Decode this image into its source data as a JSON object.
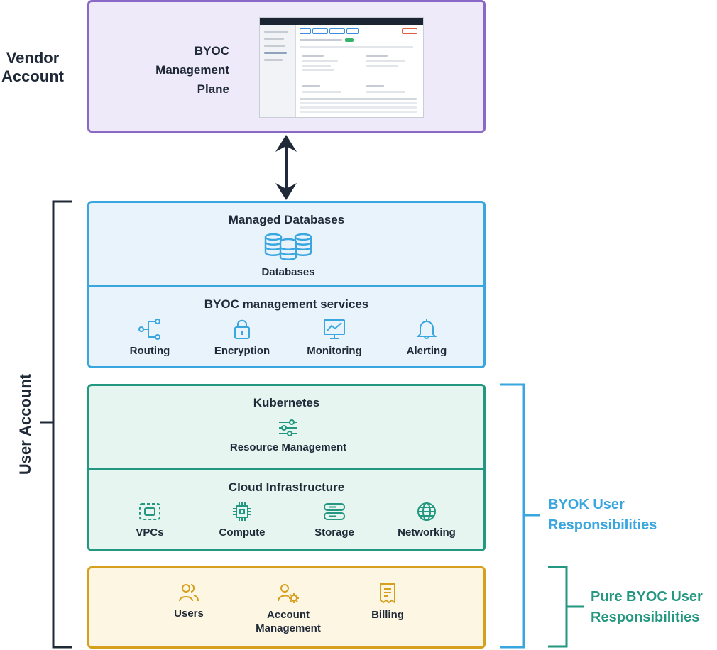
{
  "vendor": {
    "account_label": "Vendor Account",
    "plane_label": "BYOC Management Plane"
  },
  "user_account_label": "User Account",
  "managed_databases": {
    "title": "Managed Databases",
    "item": {
      "label": "Databases",
      "icon": "databases-icon"
    }
  },
  "byoc_services": {
    "title": "BYOC management services",
    "items": [
      {
        "label": "Routing",
        "icon": "routing-icon"
      },
      {
        "label": "Encryption",
        "icon": "lock-icon"
      },
      {
        "label": "Monitoring",
        "icon": "monitor-chart-icon"
      },
      {
        "label": "Alerting",
        "icon": "bell-icon"
      }
    ]
  },
  "kubernetes": {
    "title": "Kubernetes",
    "item": {
      "label": "Resource Management",
      "icon": "sliders-icon"
    }
  },
  "cloud_infrastructure": {
    "title": "Cloud Infrastructure",
    "items": [
      {
        "label": "VPCs",
        "icon": "vpc-icon"
      },
      {
        "label": "Compute",
        "icon": "chip-icon"
      },
      {
        "label": "Storage",
        "icon": "storage-icon"
      },
      {
        "label": "Networking",
        "icon": "globe-icon"
      }
    ]
  },
  "account_management": {
    "items": [
      {
        "label": "Users",
        "icon": "users-icon"
      },
      {
        "label": "Account Management",
        "icon": "user-gear-icon"
      },
      {
        "label": "Billing",
        "icon": "receipt-icon"
      }
    ]
  },
  "byok_responsibilities": {
    "label": "BYOK User Responsibilities"
  },
  "pure_byoc_responsibilities": {
    "label": "Pure BYOC User Responsibilities"
  },
  "colors": {
    "vendor_border": "#8a69c6",
    "vendor_fill": "#efeafa",
    "blue": "#3aa6e0",
    "blue_fill": "#e8f3fc",
    "green": "#23977f",
    "green_fill": "#e7f5f0",
    "gold": "#d6a01c",
    "gold_fill": "#fdf6e2",
    "dark": "#1f2937"
  }
}
